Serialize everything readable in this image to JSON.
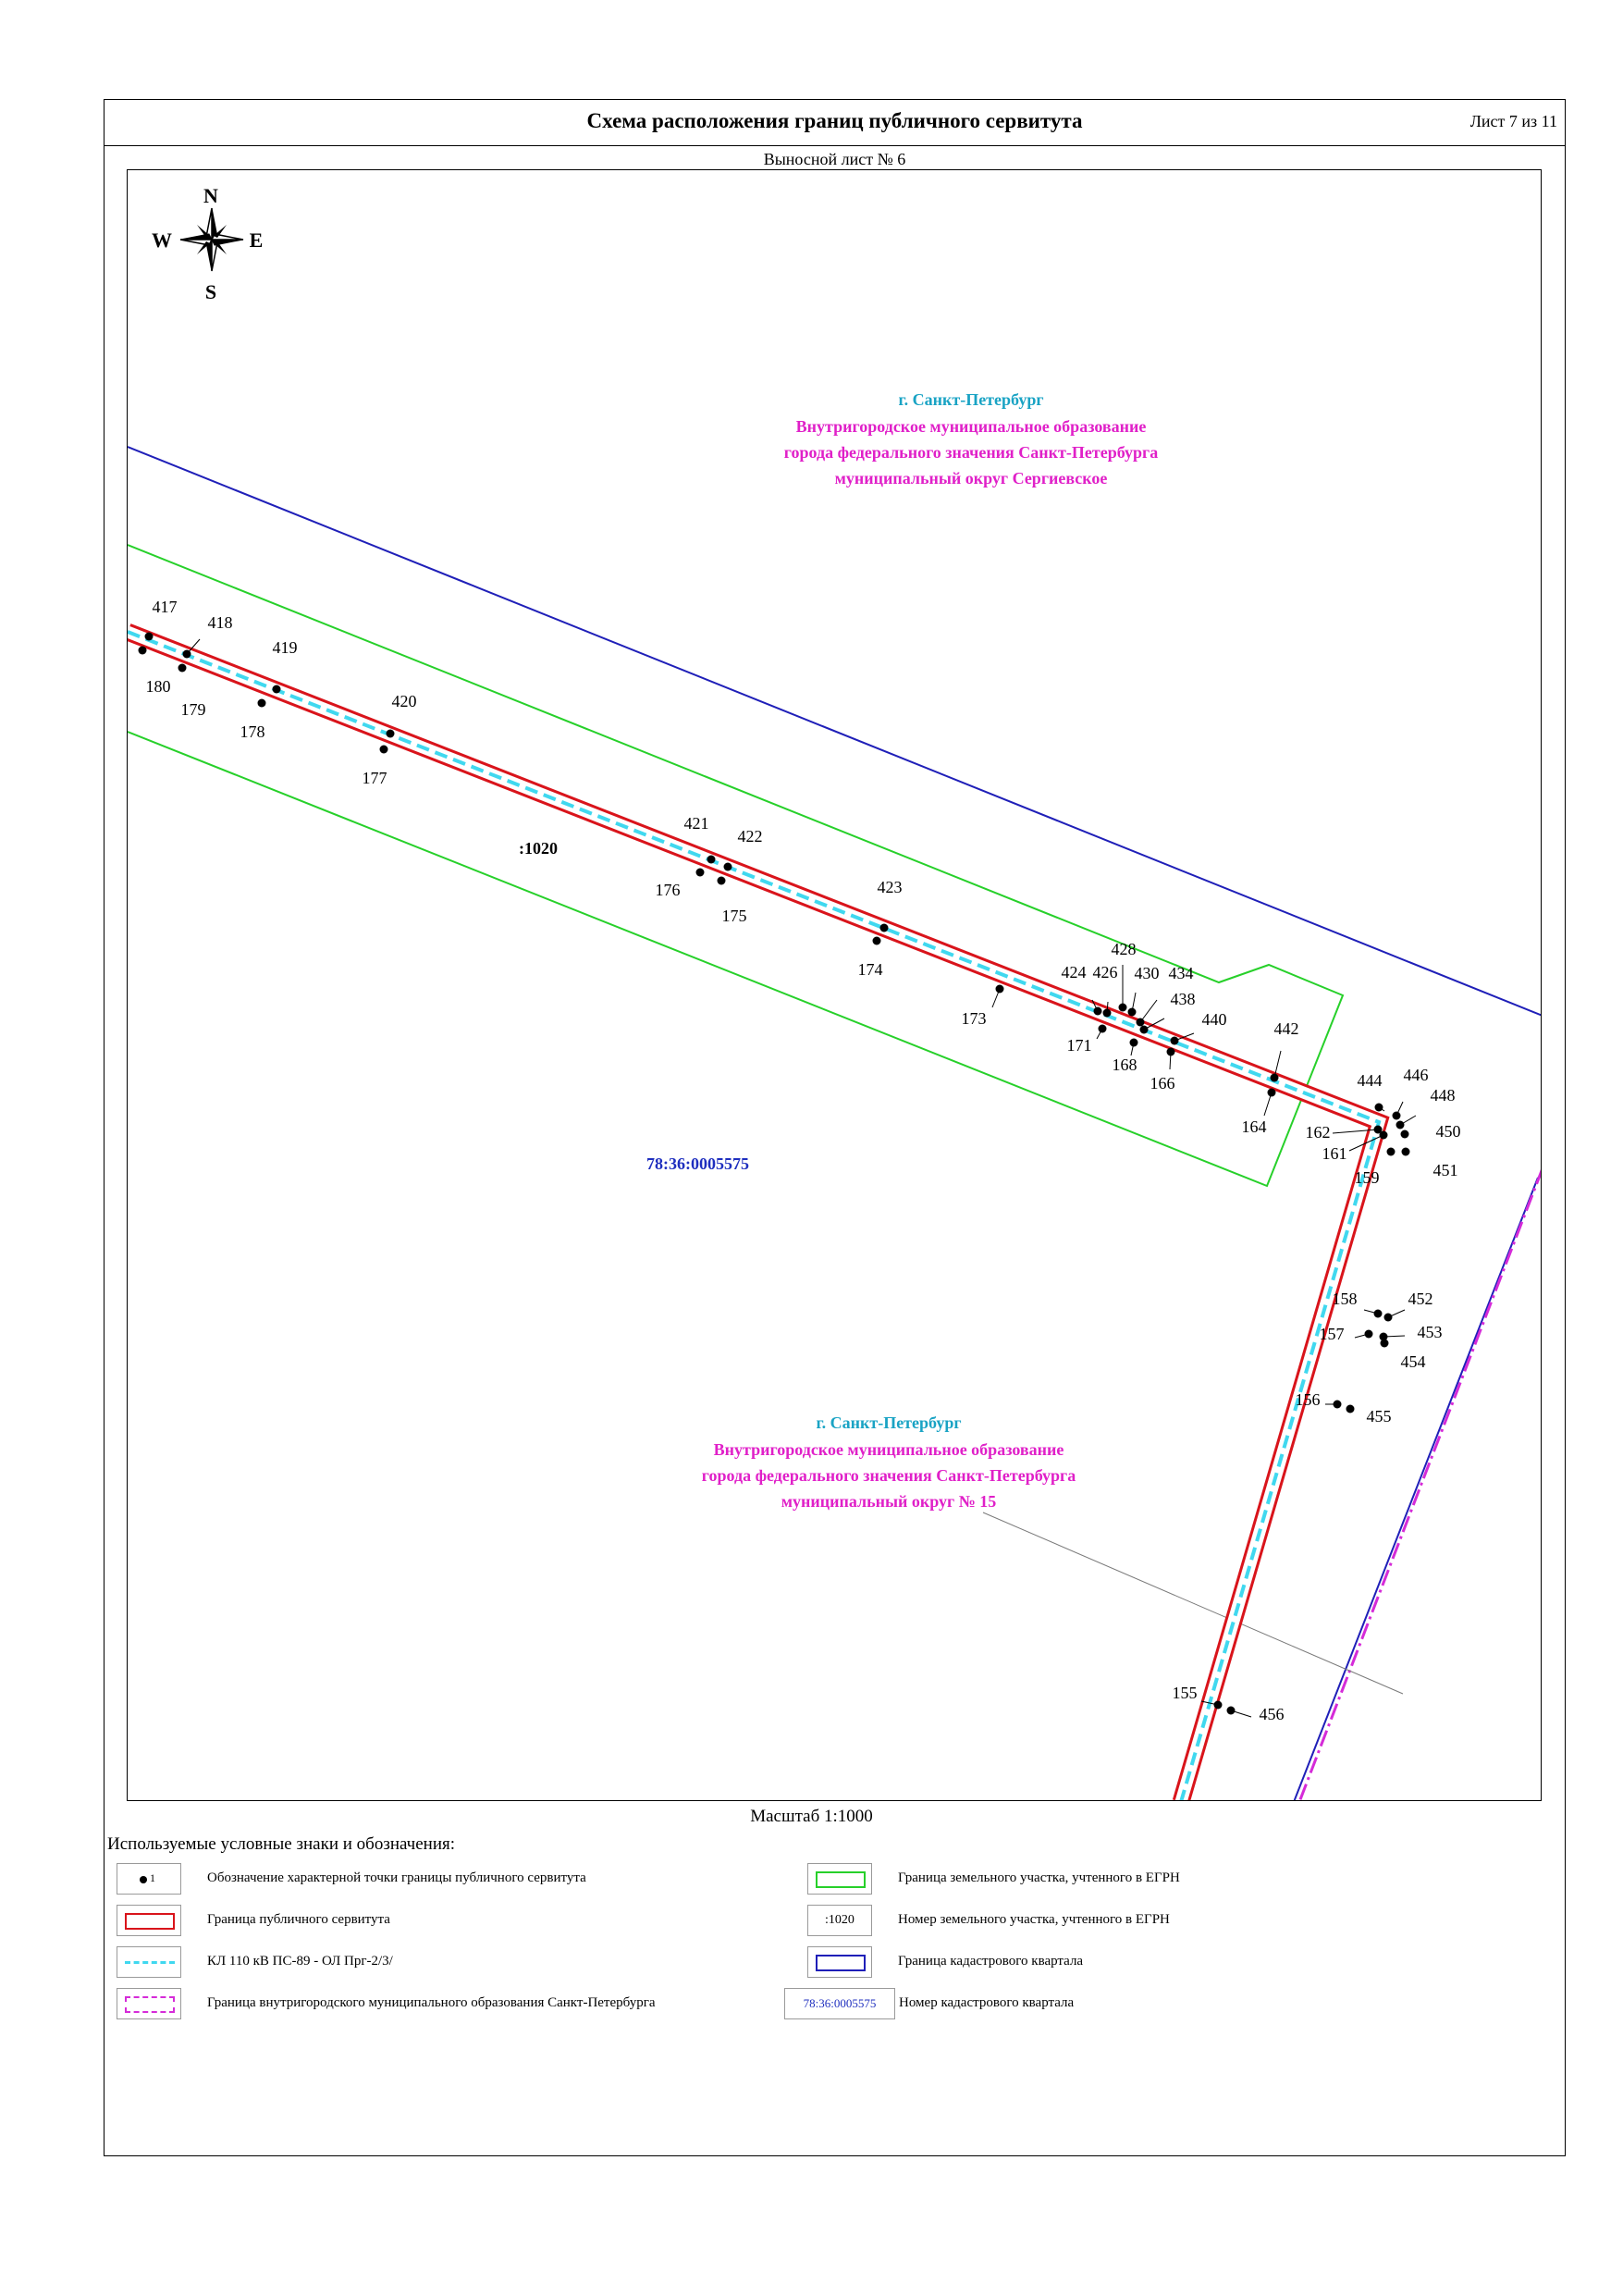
{
  "header": {
    "title": "Схема расположения границ публичного сервитута",
    "sheet_number": "Лист 7 из 11"
  },
  "inset_title": "Выносной лист № 6",
  "compass": {
    "north": "N",
    "south": "S",
    "west": "W",
    "east": "E"
  },
  "map": {
    "region_north": {
      "city": "г. Санкт-Петербург",
      "line1": "Внутригородское муниципальное образование",
      "line2": "города федерального значения Санкт-Петербурга",
      "line3": "муниципальный округ Сергиевское"
    },
    "region_south": {
      "city": "г. Санкт-Петербург",
      "line1": "Внутригородское муниципальное образование",
      "line2": "города федерального значения Санкт-Петербурга",
      "line3": "муниципальный округ № 15"
    },
    "parcel_number": ":1020",
    "quarter_number": "78:36:0005575",
    "points": {
      "p417": "417",
      "p418": "418",
      "p419": "419",
      "p420": "420",
      "p421": "421",
      "p422": "422",
      "p423": "423",
      "p424": "424",
      "p426": "426",
      "p428": "428",
      "p430": "430",
      "p434": "434",
      "p438": "438",
      "p440": "440",
      "p442": "442",
      "p444": "444",
      "p446": "446",
      "p448": "448",
      "p450": "450",
      "p451": "451",
      "p452": "452",
      "p453": "453",
      "p454": "454",
      "p455": "455",
      "p456": "456",
      "p180": "180",
      "p179": "179",
      "p178": "178",
      "p177": "177",
      "p176": "176",
      "p175": "175",
      "p174": "174",
      "p173": "173",
      "p171": "171",
      "p168": "168",
      "p166": "166",
      "p164": "164",
      "p162": "162",
      "p161": "161",
      "p159": "159",
      "p158": "158",
      "p157": "157",
      "p156": "156",
      "p155": "155"
    }
  },
  "scale": "Масштаб 1:1000",
  "legend": {
    "heading": "Используемые условные знаки и обозначения:",
    "items": {
      "point": "Обозначение характерной точки границы публичного сервитута",
      "easement": "Граница публичного сервитута",
      "cable": "КЛ 110 кВ ПС-89 - ОЛ Прг-2/3/",
      "municipal": "Граница внутригородского муниципального образования Санкт-Петербурга",
      "parcel": "Граница земельного участка, учтенного в ЕГРН",
      "parcel_number": "Номер земельного участка, учтенного в ЕГРН",
      "quarter": "Граница кадастрового квартала",
      "quarter_number": "Номер кадастрового квартала"
    },
    "samples": {
      "parcel_number": ":1020",
      "quarter_number": "78:36:0005575",
      "point_label": "1"
    }
  },
  "colors": {
    "easement_red": "#d9141b",
    "cable_cyan": "#40d8ef",
    "parcel_green": "#27d02a",
    "quarter_blue": "#1f1fb8",
    "municipal_magenta": "#d52bd8",
    "city_label": "#19a3c4",
    "region_label": "#e020c8",
    "quarter_label": "#1f2fbf"
  }
}
